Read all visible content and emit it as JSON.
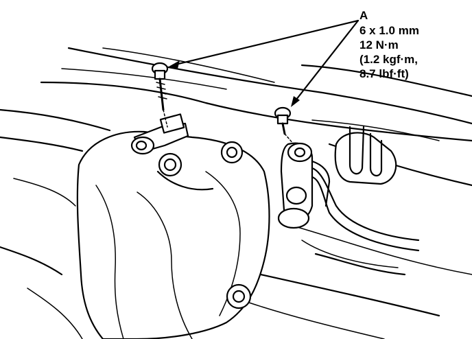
{
  "callout": {
    "letter": "A",
    "lines": [
      "6 x 1.0 mm",
      "12 N·m",
      "(1.2 kgf·m,",
      "8.7 lbf·ft)"
    ]
  },
  "colors": {
    "line": "#000000",
    "background": "#ffffff"
  }
}
